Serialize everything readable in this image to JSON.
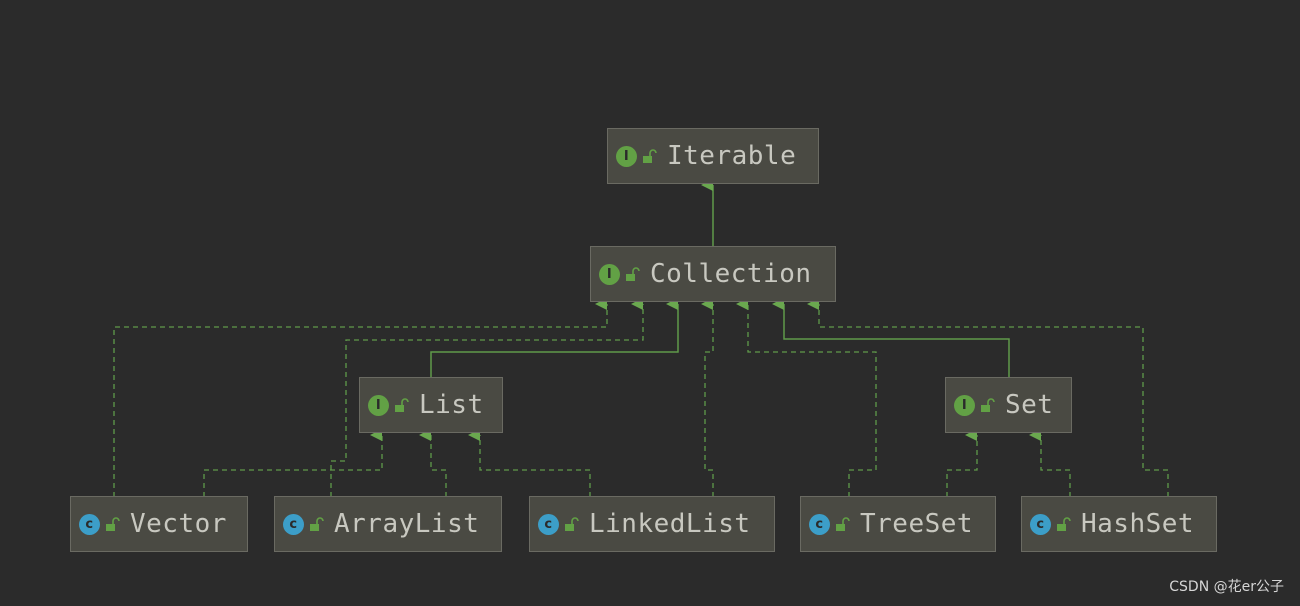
{
  "diagram": {
    "nodes": {
      "iterable": {
        "label": "Iterable",
        "kind": "interface",
        "badge": "I"
      },
      "collection": {
        "label": "Collection",
        "kind": "interface",
        "badge": "I"
      },
      "list": {
        "label": "List",
        "kind": "interface",
        "badge": "I"
      },
      "set": {
        "label": "Set",
        "kind": "interface",
        "badge": "I"
      },
      "vector": {
        "label": "Vector",
        "kind": "class",
        "badge": "c"
      },
      "arraylist": {
        "label": "ArrayList",
        "kind": "class",
        "badge": "c"
      },
      "linkedlist": {
        "label": "LinkedList",
        "kind": "class",
        "badge": "c"
      },
      "treeset": {
        "label": "TreeSet",
        "kind": "class",
        "badge": "c"
      },
      "hashset": {
        "label": "HashSet",
        "kind": "class",
        "badge": "c"
      }
    },
    "colors": {
      "background": "#2b2b2b",
      "node_fill": "#4a4a43",
      "edge": "#5f9a4a",
      "interface_badge": "#62a145",
      "class_badge": "#3c9ec8"
    }
  },
  "watermark": "CSDN @花er公子"
}
